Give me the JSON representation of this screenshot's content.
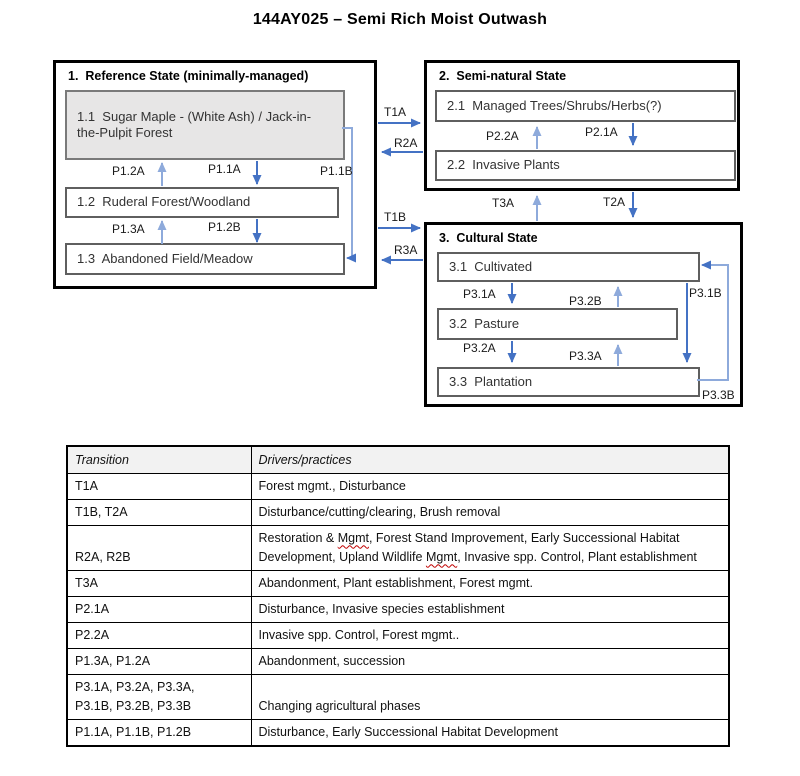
{
  "page": {
    "title": "144AY025 – Semi Rich Moist Outwash"
  },
  "colors": {
    "arrow_dark": "#4472C4",
    "arrow_light": "#8EAADB",
    "state_border": "#000000",
    "community_fill_shaded": "#E7E6E6",
    "spellcheck_red": "#C00000",
    "table_header_bg": "#F2F2F2"
  },
  "diagram": {
    "state1": {
      "title": "1.  Reference State (minimally-managed)",
      "c11": "1.1  Sugar Maple - (White Ash) / Jack-in-the-Pulpit Forest",
      "c12": "1.2  Ruderal Forest/Woodland",
      "c13": "1.3  Abandoned Field/Meadow"
    },
    "state2": {
      "title": "2.  Semi-natural State",
      "c21": "2.1  Managed Trees/Shrubs/Herbs(?)",
      "c22": "2.2  Invasive Plants"
    },
    "state3": {
      "title": "3.  Cultural State",
      "c31": "3.1  Cultivated",
      "c32": "3.2  Pasture",
      "c33": "3.3  Plantation"
    },
    "labels": {
      "t1a": "T1A",
      "r2a": "R2A",
      "t1b": "T1B",
      "r3a": "R3A",
      "t3a": "T3A",
      "t2a": "T2A",
      "p11a": "P1.1A",
      "p11b": "P1.1B",
      "p12a": "P1.2A",
      "p12b": "P1.2B",
      "p13a": "P1.3A",
      "p21a": "P2.1A",
      "p22a": "P2.2A",
      "p31a": "P3.1A",
      "p31b": "P3.1B",
      "p32a": "P3.2A",
      "p32b": "P3.2B",
      "p33a": "P3.3A",
      "p33b": "P3.3B"
    }
  },
  "table": {
    "headers": [
      "Transition",
      "Drivers/practices"
    ],
    "rows": [
      {
        "transition": "T1A",
        "drivers": [
          {
            "text": "Forest mgmt., Disturbance"
          }
        ]
      },
      {
        "transition": "T1B, T2A",
        "drivers": [
          {
            "text": "Disturbance/cutting/clearing, Brush removal"
          }
        ]
      },
      {
        "transition": "R2A, R2B",
        "drivers": [
          {
            "text": "Restoration & "
          },
          {
            "text": "Mgmt",
            "misspelled": true
          },
          {
            "text": ", Forest Stand Improvement, Early Successional Habitat Development, Upland Wildlife "
          },
          {
            "text": "Mgmt",
            "misspelled": true
          },
          {
            "text": ", Invasive spp. Control, Plant establishment"
          }
        ]
      },
      {
        "transition": "T3A",
        "drivers": [
          {
            "text": "Abandonment, Plant establishment, Forest mgmt."
          }
        ]
      },
      {
        "transition": "P2.1A",
        "drivers": [
          {
            "text": "Disturbance, Invasive species establishment"
          }
        ]
      },
      {
        "transition": "P2.2A",
        "drivers": [
          {
            "text": "Invasive spp. Control, Forest mgmt.."
          }
        ]
      },
      {
        "transition": "P1.3A, P1.2A",
        "drivers": [
          {
            "text": "Abandonment, succession"
          }
        ]
      },
      {
        "transition": "P3.1A, P3.2A, P3.3A,\nP3.1B, P3.2B, P3.3B",
        "drivers": [
          {
            "text": "Changing agricultural phases"
          }
        ]
      },
      {
        "transition": "P1.1A, P1.1B, P1.2B",
        "drivers": [
          {
            "text": "Disturbance, Early Successional Habitat Development"
          }
        ]
      }
    ]
  }
}
